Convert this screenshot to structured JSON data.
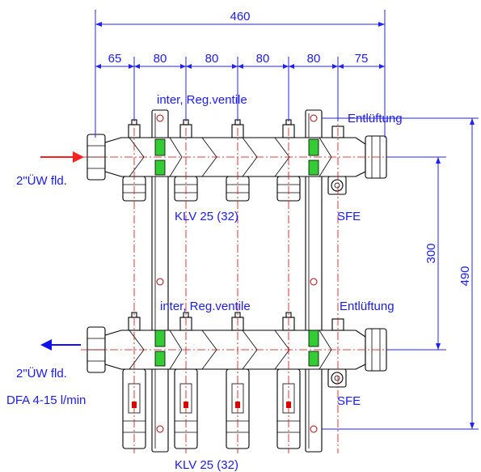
{
  "dimensions": {
    "overall_width": "460",
    "segments": [
      "65",
      "80",
      "80",
      "80",
      "80",
      "75"
    ],
    "rail_spacing": "300",
    "overall_height": "490"
  },
  "labels": {
    "supply_valves": "inter, Reg.ventile",
    "vent_top": "Entlüftung",
    "inlet": "2\"ÜW fld.",
    "klv_top": "KLV 25 (32)",
    "sfe_top": "SFE",
    "return_valves": "inter, Reg.ventile",
    "vent_bottom": "Entlüftung",
    "outlet": "2\"ÜW fld.",
    "flow_meter": "DFA 4-15 l/min",
    "sfe_bottom": "SFE",
    "klv_bottom": "KLV 25 (32)"
  },
  "colors": {
    "dimension": "#1a1aff",
    "inlet_arrow": "#ff2020",
    "outlet_arrow": "#1010ee",
    "valve_marker": "#33cc33",
    "centerline": "#e00000"
  }
}
